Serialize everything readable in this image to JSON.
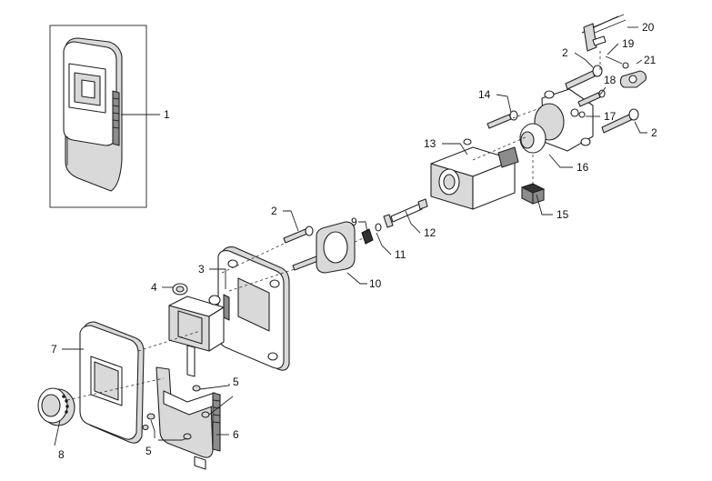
{
  "callouts": [
    "1",
    "2",
    "3",
    "4",
    "5",
    "6",
    "7",
    "8",
    "9",
    "10",
    "11",
    "12",
    "13",
    "14",
    "15",
    "16",
    "17",
    "18",
    "19",
    "20",
    "21"
  ],
  "colors": {
    "line": "#222222",
    "fill_light": "#d9d9d9",
    "fill_mid": "#8c8c8c",
    "fill_dark": "#333333"
  }
}
